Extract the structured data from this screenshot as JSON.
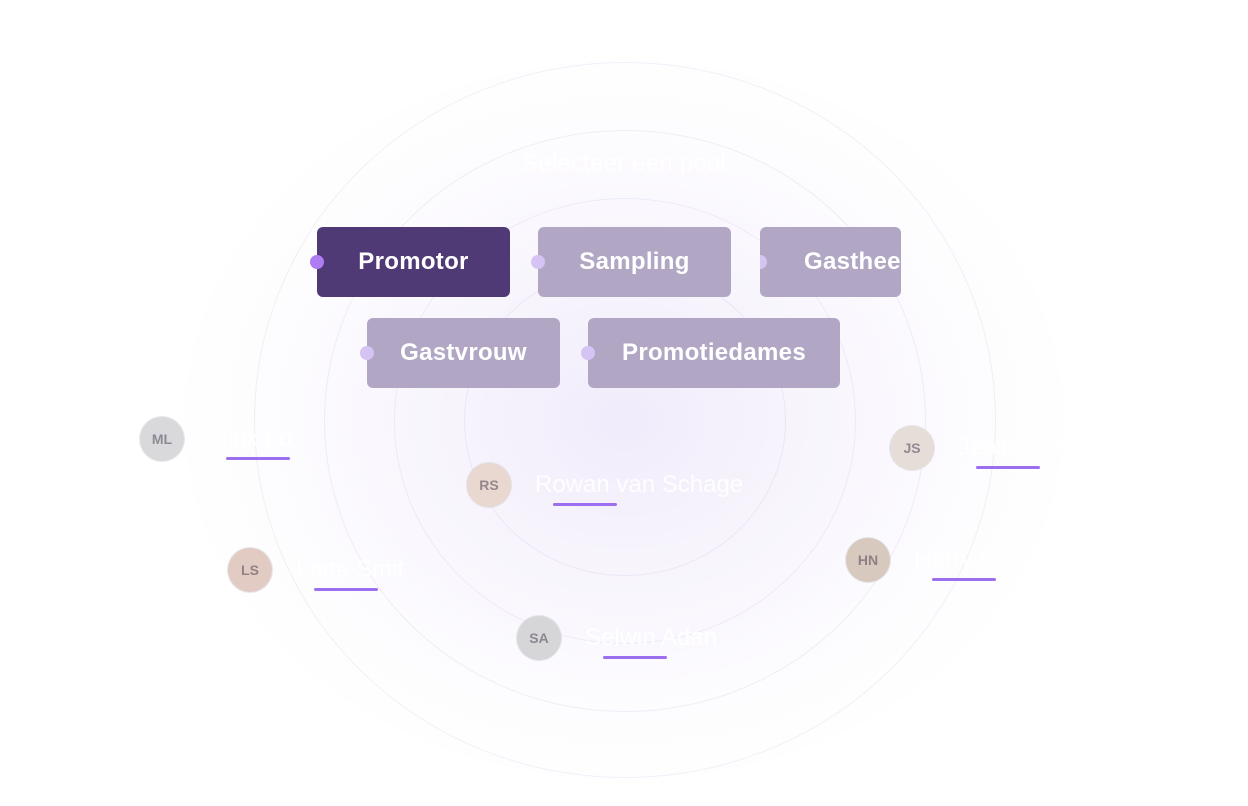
{
  "selector": {
    "title": "Selecteer een pool",
    "pools": [
      {
        "label": "Promotor",
        "active": true
      },
      {
        "label": "Sampling",
        "active": false
      },
      {
        "label": "Gastheer",
        "active": false
      },
      {
        "label": "Gastvrouw",
        "active": false
      },
      {
        "label": "Promotiedames",
        "active": false
      }
    ]
  },
  "people": [
    {
      "name": "Mink Lo",
      "initials": "ML",
      "avatar_color": "#d9d9dc"
    },
    {
      "name": "Rowan van Schage",
      "initials": "RS",
      "avatar_color": "#e8d8cf"
    },
    {
      "name": "Jealle Schelling",
      "initials": "JS",
      "avatar_color": "#e6dcd8"
    },
    {
      "name": "Lotte Smit",
      "initials": "LS",
      "avatar_color": "#e2cbc2"
    },
    {
      "name": "Harry Nieten",
      "initials": "HN",
      "avatar_color": "#d7c9bd"
    },
    {
      "name": "Selwin Adan",
      "initials": "SA",
      "avatar_color": "#d6d6d8"
    }
  ],
  "colors": {
    "active_pool": "#4f3a76",
    "inactive_pool": "#b1a7c4",
    "connector_dot": "#d5c4f3",
    "active_dot": "#b07cf4",
    "underline": "#9c6ff0"
  }
}
